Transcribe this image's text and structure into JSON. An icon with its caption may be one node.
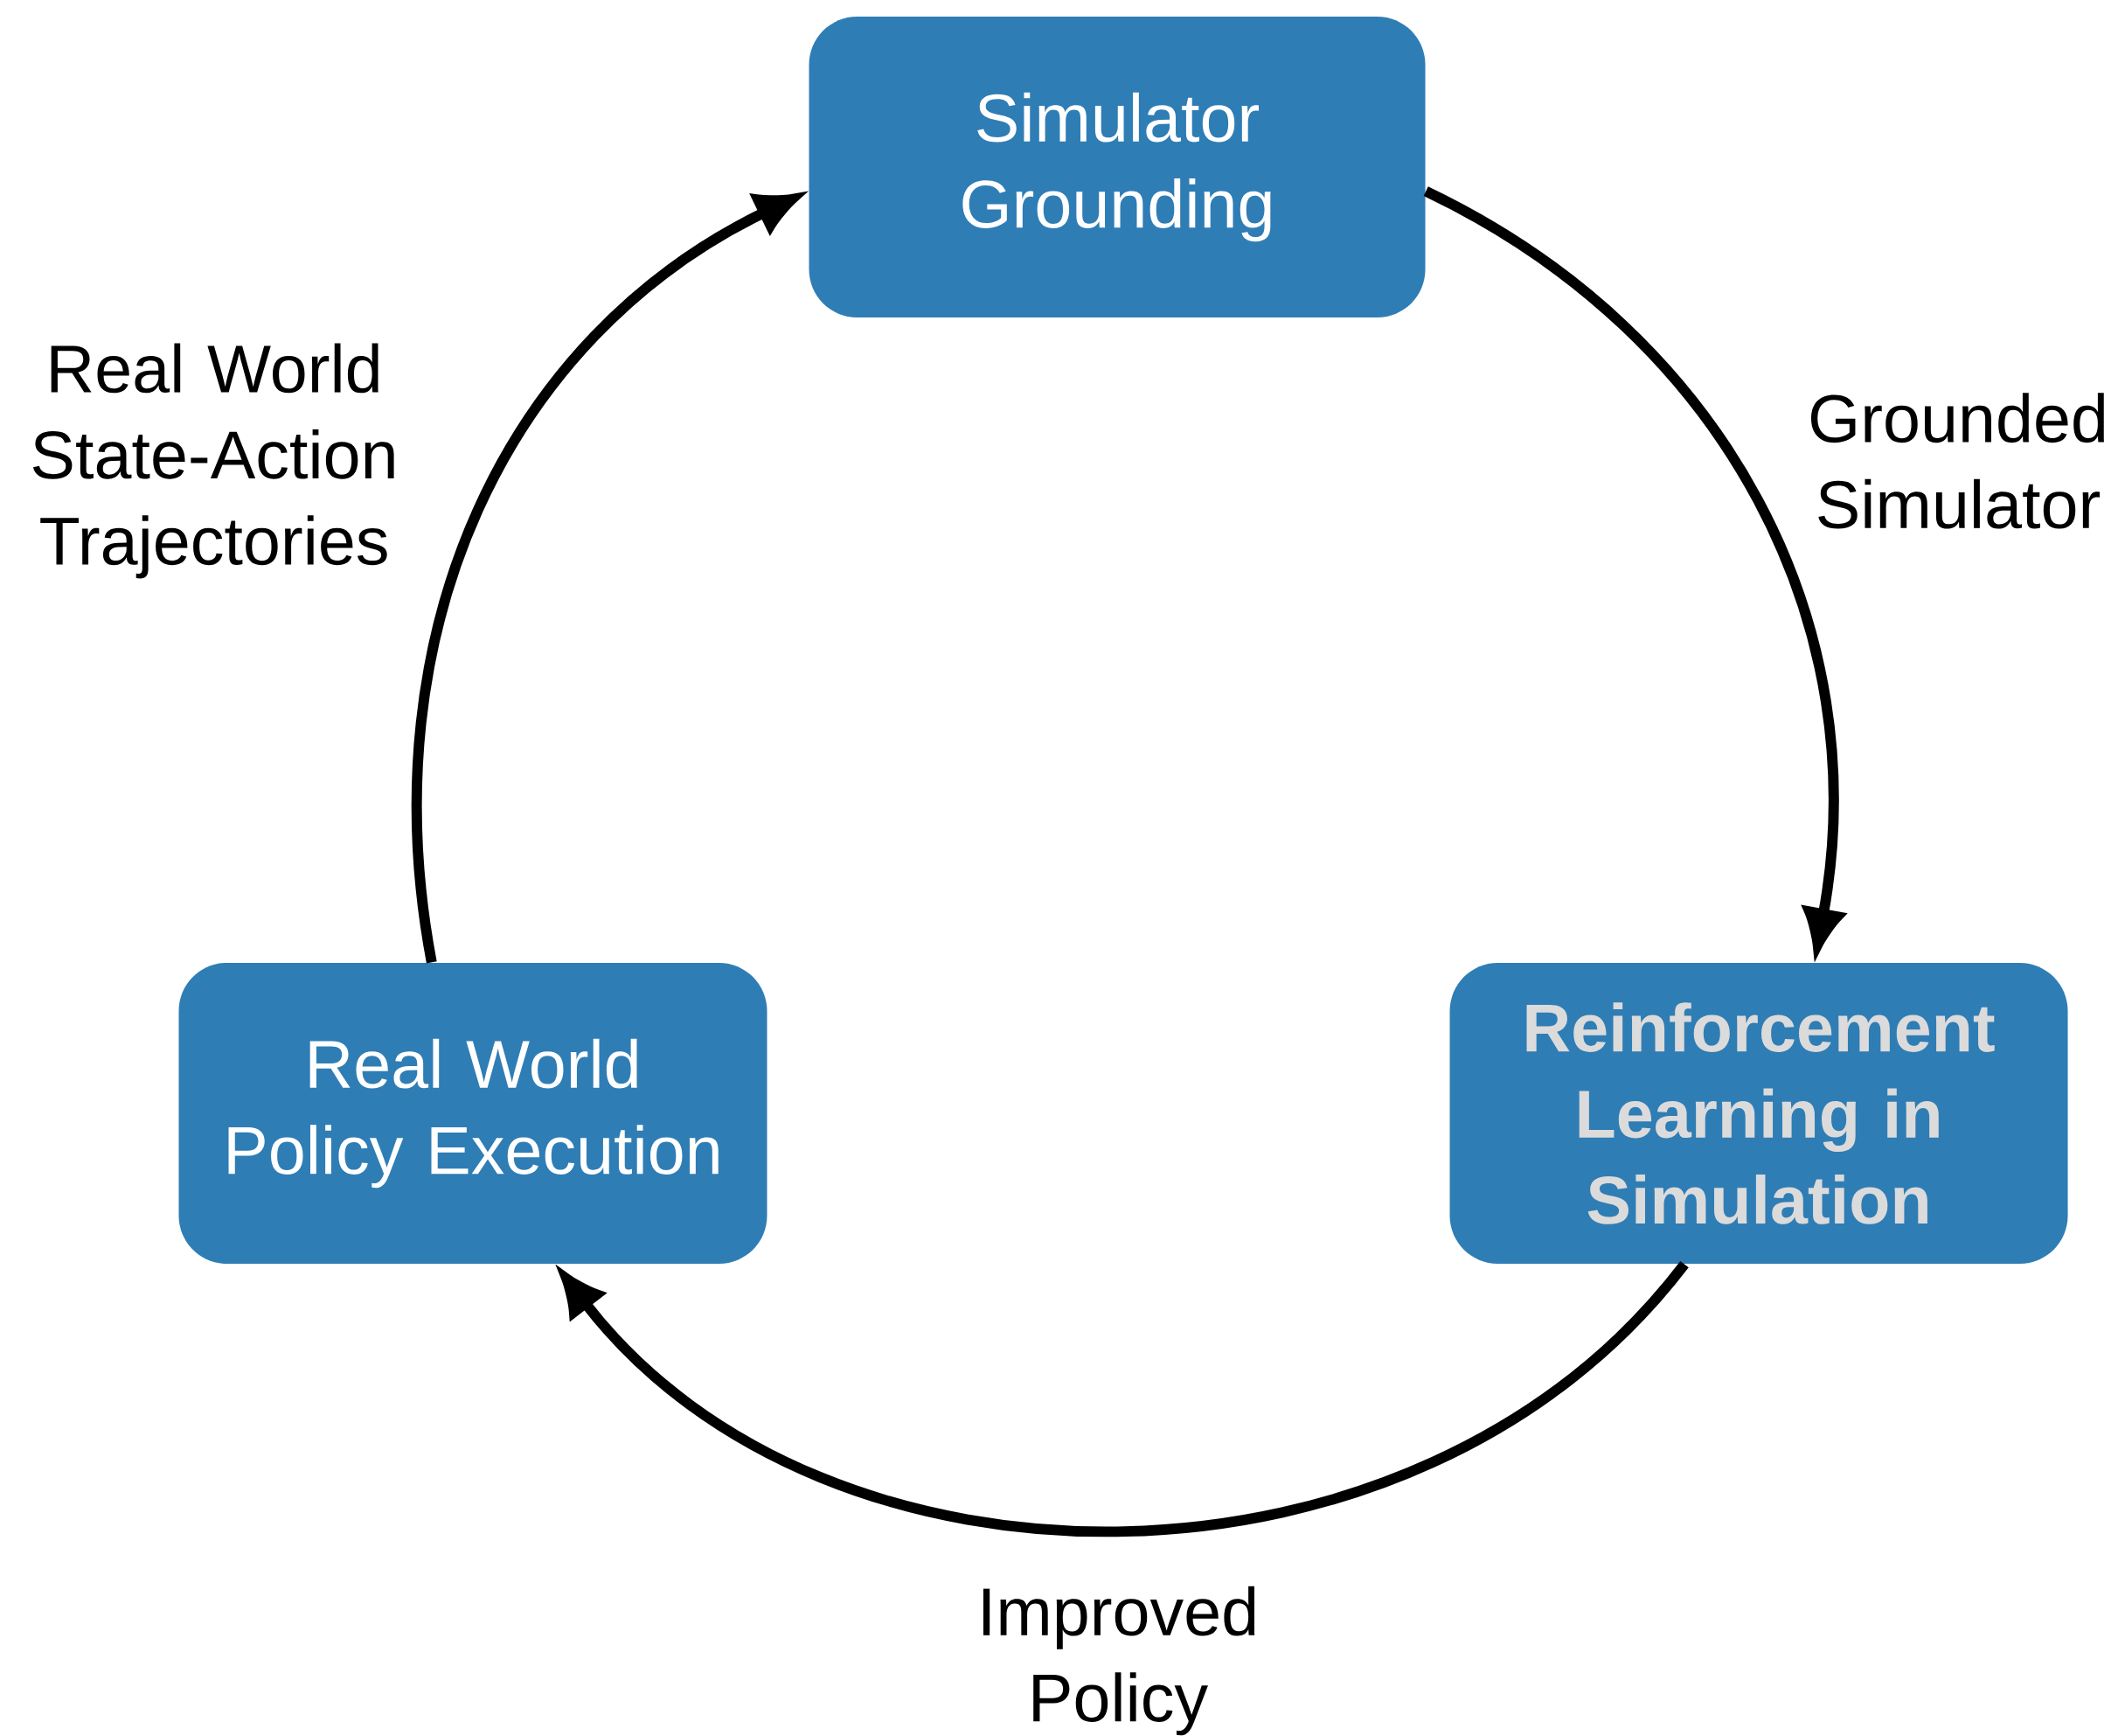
{
  "diagram": {
    "nodes": [
      {
        "text": [
          "Simulator Grounding"
        ]
      },
      {
        "text": [
          "Real World Policy Execution"
        ]
      },
      {
        "text": [
          "Reinforcement Learning in Simulation"
        ]
      }
    ],
    "edges": [
      {
        "from": 0,
        "to": 2,
        "arrow": "to",
        "label": "Grounded Simulator"
      },
      {
        "from": 2,
        "to": 1,
        "arrow": "to",
        "label": "Improved Policy"
      },
      {
        "from": 1,
        "to": 0,
        "arrow": "to",
        "label": "Real World State-Action Trajectories"
      }
    ]
  }
}
